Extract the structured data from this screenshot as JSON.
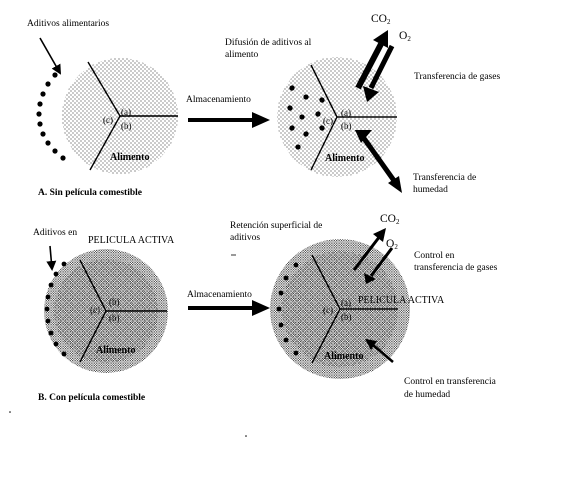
{
  "panel_a": {
    "additives_label": "Aditivos alimentarios",
    "storage_label": "Almacenamiento",
    "diffusion_label_line1": "Difusión de aditivos al",
    "diffusion_label_line2": "alimento",
    "gas_co2": "CO",
    "gas_co2_sub": "2",
    "gas_o2": "O",
    "gas_o2_sub": "2",
    "gas_transfer_label": "Transferencia de gases",
    "humidity_label_line1": "Transferencia de",
    "humidity_label_line2": "humedad",
    "food_label": "Alimento",
    "segment_a": "(a)",
    "segment_b": "(b)",
    "segment_c": "(c)",
    "caption": "A. Sin película comestible"
  },
  "panel_b": {
    "additives_label_line1": "Aditivos en",
    "additives_label_line2": "PELICULA ACTIVA",
    "storage_label": "Almacenamiento",
    "retention_label_line1": "Retención superficial de",
    "retention_label_line2": "aditivos",
    "gas_co2": "CO",
    "gas_co2_sub": "2",
    "gas_o2": "O",
    "gas_o2_sub": "2",
    "gas_control_label_line1": "Control en",
    "gas_control_label_line2": "transferencia de gases",
    "humidity_control_label_line1": "Control en transferencia",
    "humidity_control_label_line2": "de humedad",
    "active_film_label": "PELICULA ACTIVA",
    "food_label": "Alimento",
    "segment_a": "(a)",
    "segment_b": "(b)",
    "segment_c": "(c)",
    "caption": "B. Con película comestible"
  }
}
